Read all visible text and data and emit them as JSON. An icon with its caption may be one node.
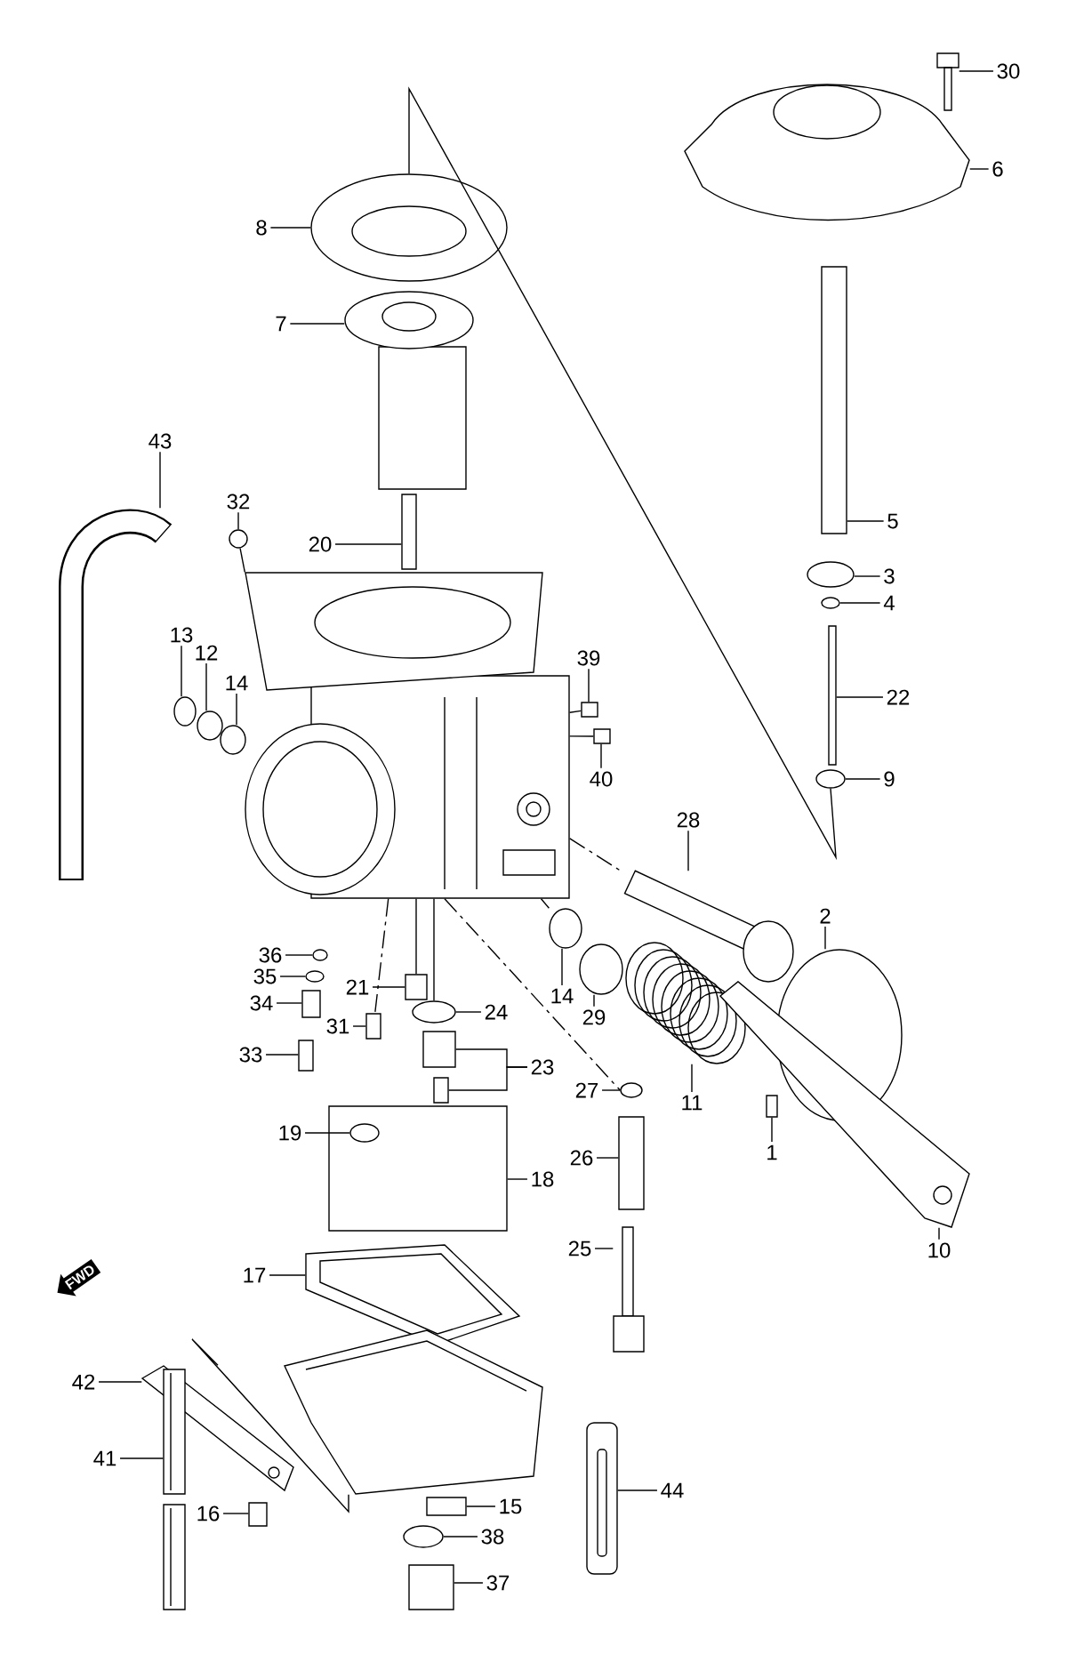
{
  "diagram": {
    "nodes": [
      {
        "text": [
          "30"
        ]
      },
      {
        "text": [
          "6"
        ]
      },
      {
        "text": [
          "8"
        ]
      },
      {
        "text": [
          "7"
        ]
      },
      {
        "text": [
          "43"
        ]
      },
      {
        "text": [
          "32"
        ]
      },
      {
        "text": [
          "20"
        ]
      },
      {
        "text": [
          "5"
        ]
      },
      {
        "text": [
          "3"
        ]
      },
      {
        "text": [
          "4"
        ]
      },
      {
        "text": [
          "13"
        ]
      },
      {
        "text": [
          "12"
        ]
      },
      {
        "text": [
          "14"
        ]
      },
      {
        "text": [
          "39"
        ]
      },
      {
        "text": [
          "22"
        ]
      },
      {
        "text": [
          "40"
        ]
      },
      {
        "text": [
          "9"
        ]
      },
      {
        "text": [
          "28"
        ]
      },
      {
        "text": [
          "2"
        ]
      },
      {
        "text": [
          "36"
        ]
      },
      {
        "text": [
          "14"
        ]
      },
      {
        "text": [
          "29"
        ]
      },
      {
        "text": [
          "35"
        ]
      },
      {
        "text": [
          "21"
        ]
      },
      {
        "text": [
          "34"
        ]
      },
      {
        "text": [
          "24"
        ]
      },
      {
        "text": [
          "31"
        ]
      },
      {
        "text": [
          "33"
        ]
      },
      {
        "text": [
          "23"
        ]
      },
      {
        "text": [
          "27"
        ]
      },
      {
        "text": [
          "11"
        ]
      },
      {
        "text": [
          "1"
        ]
      },
      {
        "text": [
          "19"
        ]
      },
      {
        "text": [
          "26"
        ]
      },
      {
        "text": [
          "18"
        ]
      },
      {
        "text": [
          "25"
        ]
      },
      {
        "text": [
          "10"
        ]
      },
      {
        "text": [
          "17"
        ]
      },
      {
        "text": [
          "42"
        ]
      },
      {
        "text": [
          "41"
        ]
      },
      {
        "text": [
          "16"
        ]
      },
      {
        "text": [
          "15"
        ]
      },
      {
        "text": [
          "38"
        ]
      },
      {
        "text": [
          "37"
        ]
      },
      {
        "text": [
          "44"
        ]
      },
      {
        "text": [],
        "shape": "picture"
      },
      {
        "text": [],
        "shape": "picture"
      },
      {
        "text": [],
        "shape": "picture"
      },
      {
        "text": [],
        "shape": "picture"
      },
      {
        "text": [],
        "shape": "picture"
      },
      {
        "text": [],
        "shape": "circle"
      },
      {
        "text": [],
        "shape": "box"
      },
      {
        "text": [],
        "shape": "box"
      },
      {
        "text": [],
        "shape": "circle"
      },
      {
        "text": [],
        "shape": "circle"
      },
      {
        "text": [],
        "shape": "box"
      },
      {
        "text": [],
        "shape": "circle"
      },
      {
        "text": [],
        "shape": "circle"
      },
      {
        "text": [],
        "shape": "circle"
      },
      {
        "text": [],
        "shape": "circle"
      },
      {
        "text": [],
        "shape": "box"
      },
      {
        "text": [],
        "shape": "box"
      },
      {
        "text": [],
        "shape": "picture"
      },
      {
        "text": [],
        "shape": "circle"
      },
      {
        "text": [],
        "shape": "circle"
      },
      {
        "text": [],
        "shape": "circle"
      },
      {
        "text": [],
        "shape": "picture"
      },
      {
        "text": [],
        "shape": "picture"
      },
      {
        "text": [],
        "shape": "box"
      },
      {
        "text": [],
        "shape": "circle"
      },
      {
        "text": [],
        "shape": "circle"
      },
      {
        "text": [],
        "shape": "box"
      },
      {
        "text": [],
        "shape": "box"
      },
      {
        "text": [],
        "shape": "box"
      },
      {
        "text": [],
        "shape": "box"
      },
      {
        "text": [],
        "shape": "circle"
      },
      {
        "text": [],
        "shape": "box"
      },
      {
        "text": [],
        "shape": "box"
      },
      {
        "text": [],
        "shape": "circle"
      },
      {
        "text": [],
        "shape": "box"
      },
      {
        "text": [],
        "shape": "picture"
      },
      {
        "text": [],
        "shape": "box"
      },
      {
        "text": [],
        "shape": "circle",
        "in": 81
      },
      {
        "text": [],
        "shape": "picture"
      },
      {
        "text": [],
        "shape": "picture"
      },
      {
        "text": [],
        "shape": "picture"
      },
      {
        "text": [],
        "shape": "box"
      },
      {
        "text": [],
        "shape": "box"
      },
      {
        "text": [],
        "shape": "circle"
      },
      {
        "text": [],
        "shape": "box"
      },
      {
        "text": [],
        "shape": "picture"
      },
      {
        "text": [],
        "shape": "picture"
      },
      {
        "text": [],
        "shape": "picture"
      }
    ],
    "edges": [
      {
        "from": 0,
        "to": 45,
        "arrow": "none"
      },
      {
        "from": 1,
        "to": 46,
        "arrow": "none"
      },
      {
        "from": 2,
        "to": 47,
        "arrow": "none"
      },
      {
        "from": 3,
        "to": 48,
        "arrow": "none"
      },
      {
        "from": 4,
        "to": 49,
        "arrow": "none"
      },
      {
        "from": 5,
        "to": 50,
        "arrow": "none"
      },
      {
        "from": 6,
        "to": 51,
        "arrow": "none"
      },
      {
        "from": 7,
        "to": 52,
        "arrow": "none"
      },
      {
        "from": 8,
        "to": 53,
        "arrow": "none"
      },
      {
        "from": 9,
        "to": 54,
        "arrow": "none"
      },
      {
        "from": 10,
        "to": 57,
        "arrow": "none"
      },
      {
        "from": 11,
        "to": 58,
        "arrow": "none"
      },
      {
        "from": 12,
        "to": 59,
        "arrow": "none"
      },
      {
        "from": 13,
        "to": 60,
        "arrow": "none"
      },
      {
        "from": 14,
        "to": 55,
        "arrow": "none"
      },
      {
        "from": 15,
        "to": 61,
        "arrow": "none"
      },
      {
        "from": 16,
        "to": 56,
        "arrow": "none"
      },
      {
        "from": 17,
        "to": 62,
        "arrow": "none"
      },
      {
        "from": 18,
        "to": 63,
        "arrow": "none"
      },
      {
        "from": 19,
        "to": 69,
        "arrow": "none"
      },
      {
        "from": 20,
        "to": 64,
        "arrow": "none"
      },
      {
        "from": 21,
        "to": 65,
        "arrow": "none"
      },
      {
        "from": 22,
        "to": 70,
        "arrow": "none"
      },
      {
        "from": 23,
        "to": 73,
        "arrow": "none"
      },
      {
        "from": 24,
        "to": 71,
        "arrow": "none"
      },
      {
        "from": 25,
        "to": 75,
        "arrow": "none"
      },
      {
        "from": 26,
        "to": 74,
        "arrow": "none"
      },
      {
        "from": 27,
        "to": 72,
        "arrow": "none"
      },
      {
        "from": 28,
        "to": 76,
        "arrow": "none"
      },
      {
        "from": 29,
        "to": 78,
        "arrow": "none"
      },
      {
        "from": 30,
        "to": 66,
        "arrow": "none"
      },
      {
        "from": 31,
        "to": 68,
        "arrow": "none"
      },
      {
        "from": 32,
        "to": 82,
        "arrow": "none"
      },
      {
        "from": 33,
        "to": 79,
        "arrow": "none"
      },
      {
        "from": 34,
        "to": 81,
        "arrow": "none"
      },
      {
        "from": 35,
        "to": 80,
        "arrow": "none"
      },
      {
        "from": 36,
        "to": 67,
        "arrow": "none"
      },
      {
        "from": 37,
        "to": 83,
        "arrow": "none"
      },
      {
        "from": 38,
        "to": 84,
        "arrow": "none"
      },
      {
        "from": 39,
        "to": 85,
        "arrow": "none"
      },
      {
        "from": 40,
        "to": 86,
        "arrow": "none"
      },
      {
        "from": 41,
        "to": 87,
        "arrow": "none"
      },
      {
        "from": 42,
        "to": 88,
        "arrow": "none"
      },
      {
        "from": 43,
        "to": 89,
        "arrow": "none"
      },
      {
        "from": 44,
        "to": 90,
        "arrow": "none"
      },
      {
        "from": 28,
        "to": 77,
        "arrow": "none"
      },
      {
        "from": 47,
        "to": 56,
        "arrow": "none"
      },
      {
        "from": 50,
        "to": 91,
        "arrow": "none"
      },
      {
        "from": 60,
        "to": 91,
        "arrow": "none"
      },
      {
        "from": 61,
        "to": 91,
        "arrow": "none"
      },
      {
        "from": 91,
        "to": 62,
        "arrow": "none",
        "style": "dashed"
      },
      {
        "from": 91,
        "to": 64,
        "arrow": "none",
        "style": "dashed"
      },
      {
        "from": 91,
        "to": 73,
        "arrow": "none"
      },
      {
        "from": 91,
        "to": 75,
        "arrow": "none"
      },
      {
        "from": 91,
        "to": 78,
        "arrow": "none",
        "style": "dashed"
      },
      {
        "from": 91,
        "to": 74,
        "arrow": "none",
        "style": "dashed"
      },
      {
        "from": 84,
        "to": 92,
        "arrow": "none"
      }
    ],
    "labels": [
      "FWD"
    ]
  }
}
